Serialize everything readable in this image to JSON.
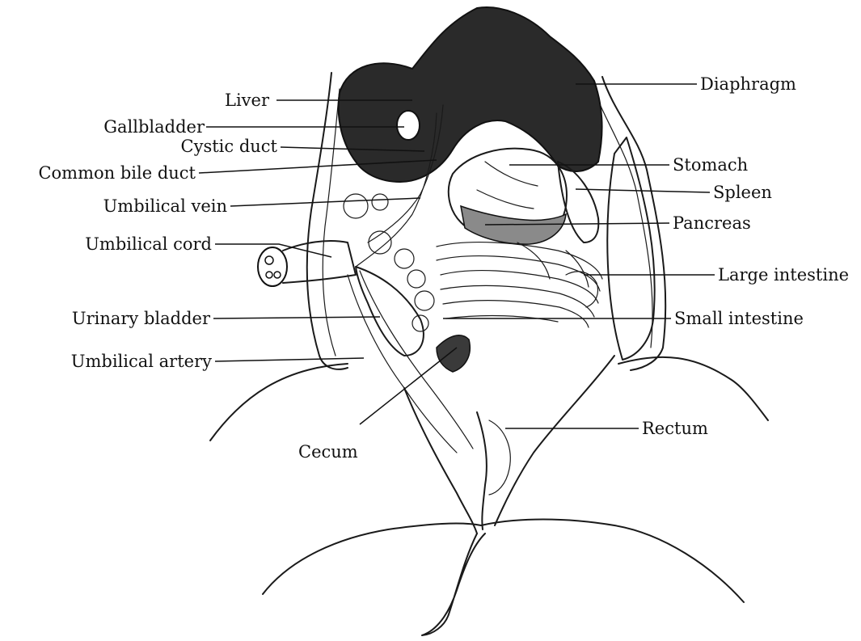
{
  "diagram": {
    "labels": {
      "liver": "Liver",
      "gallbladder": "Gallbladder",
      "cystic_duct": "Cystic duct",
      "common_bile_duct": "Common bile duct",
      "umbilical_vein": "Umbilical vein",
      "umbilical_cord": "Umbilical cord",
      "urinary_bladder": "Urinary bladder",
      "umbilical_artery": "Umbilical artery",
      "cecum": "Cecum",
      "diaphragm": "Diaphragm",
      "stomach": "Stomach",
      "spleen": "Spleen",
      "pancreas": "Pancreas",
      "large_intestine": "Large intestine",
      "small_intestine": "Small intestine",
      "rectum": "Rectum"
    }
  }
}
